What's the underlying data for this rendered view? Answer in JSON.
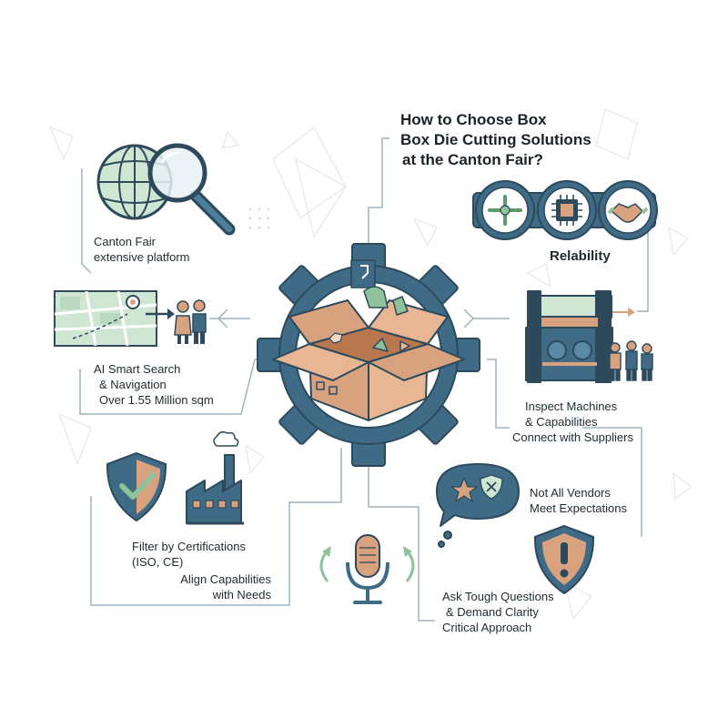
{
  "title": {
    "lines": [
      "How to Choose Box",
      "Box Die Cutting Solutions",
      "at the Canton Fair?"
    ]
  },
  "labels": {
    "platform": [
      "Canton Fair",
      "extensive platform"
    ],
    "search": [
      "AI Smart Search",
      "& Navigation",
      "Over 1.55 Million sqm"
    ],
    "reliability": "Relability",
    "inspect": [
      "Inspect Machines",
      "& Capabilities",
      "Connect with Suppliers"
    ],
    "filter": [
      "Filter by Certifications",
      "(ISO, CE)"
    ],
    "align": [
      "Align Capabilities",
      "with Needs"
    ],
    "vendors": [
      "Not All Vendors",
      "Meet Expectations"
    ],
    "ask": [
      "Ask Tough Questions",
      "& Demand Clarity",
      "Critical Approach"
    ]
  },
  "colors": {
    "navy": "#3f6b86",
    "dark": "#2c4a5c",
    "tan": "#d9a27e",
    "green": "#8fc19a",
    "light_green": "#cfe6d2",
    "line": "#9fb3bd"
  },
  "icons": [
    "globe-icon",
    "magnifier-icon",
    "map-icon",
    "people-icon",
    "gear-icon",
    "box-icon",
    "plus-icon",
    "chip-icon",
    "handshake-icon",
    "machine-icon",
    "workers-icon",
    "shield-check-icon",
    "factory-icon",
    "microphone-icon",
    "speech-bubble-icon",
    "shield-warning-icon"
  ]
}
